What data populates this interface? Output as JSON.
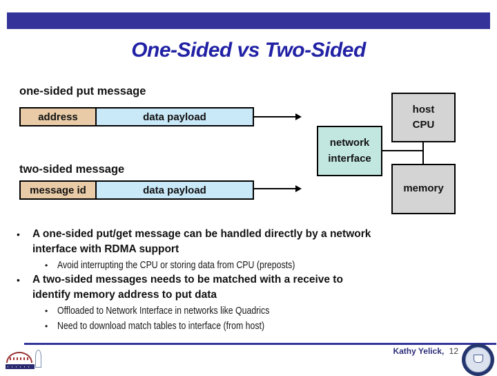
{
  "title": "One-Sided vs Two-Sided",
  "colors": {
    "accent_bar": "#333399",
    "title_text": "#2121A5",
    "field_tan": "#E9CBA7",
    "field_light_blue": "#C9E8F8",
    "network_interface_teal": "#C2E7E0",
    "hardware_gray": "#D4D4D4"
  },
  "diagram": {
    "one_sided_label": "one-sided put message",
    "one_sided_field1": "address",
    "one_sided_field2": "data payload",
    "two_sided_label": "two-sided message",
    "two_sided_field1": "message id",
    "two_sided_field2": "data payload",
    "network_interface_line1": "network",
    "network_interface_line2": "interface",
    "host_cpu_line1": "host",
    "host_cpu_line2": "CPU",
    "memory_label": "memory"
  },
  "bullets": {
    "marker": "•",
    "items": [
      {
        "lines": [
          "A one-sided put/get message can be handled directly by a network",
          "interface with RDMA support"
        ],
        "sub": [
          "Avoid interrupting the CPU or storing data from CPU (preposts)"
        ]
      },
      {
        "lines": [
          "A two-sided messages needs to be matched with a receive to",
          "identify memory address to put data"
        ],
        "sub": [
          "Offloaded to Network Interface in networks like Quadrics",
          "Need to download match tables to interface (from host)"
        ]
      }
    ]
  },
  "footer": {
    "author": "Kathy Yelick,",
    "page_number": "12"
  }
}
